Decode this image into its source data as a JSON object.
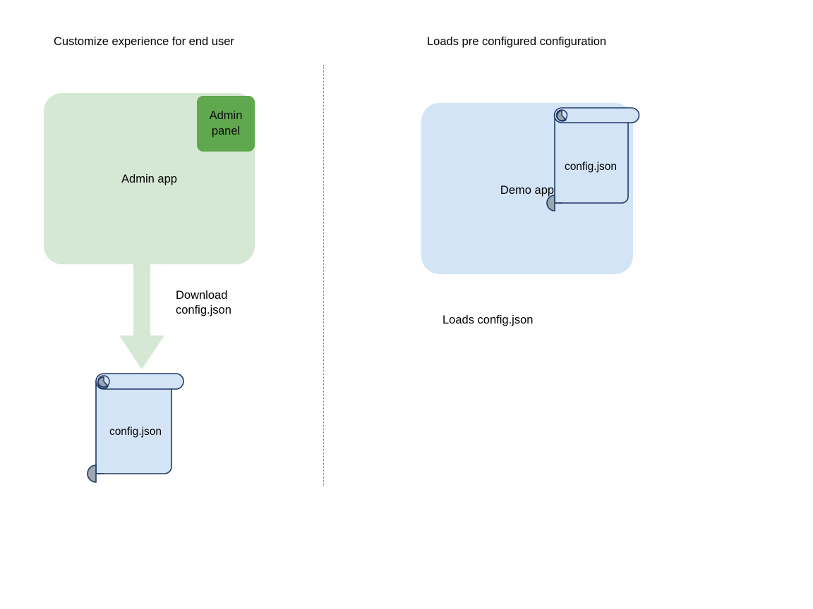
{
  "diagram": {
    "title_left": "Customize experience for end user",
    "title_right": "Loads pre configured configuration",
    "divider": "vertical-dotted-separator",
    "colors": {
      "admin_app_fill": "#d5e8d4",
      "admin_panel_fill": "#5fa84e",
      "demo_app_fill": "#d4e4f7",
      "scroll_fill": "#d4e4f7",
      "scroll_stroke": "#1f3a66",
      "roll_knob_fill": "#9aa6b2",
      "arrow_fill": "#d5e8d4",
      "divider_color": "#7d7d7d",
      "text_color": "#000000"
    }
  },
  "left_flow": {
    "app_card": {
      "label": "Admin app"
    },
    "panel_chip": {
      "label": "Admin\npanel"
    },
    "arrow": {
      "caption": "Download\nconfig.json",
      "direction": "down"
    },
    "document": {
      "label": "config.json",
      "type": "scroll"
    }
  },
  "right_flow": {
    "app_card": {
      "label": "Demo app"
    },
    "document": {
      "label": "config.json",
      "type": "scroll"
    },
    "caption": "Loads config.json"
  }
}
